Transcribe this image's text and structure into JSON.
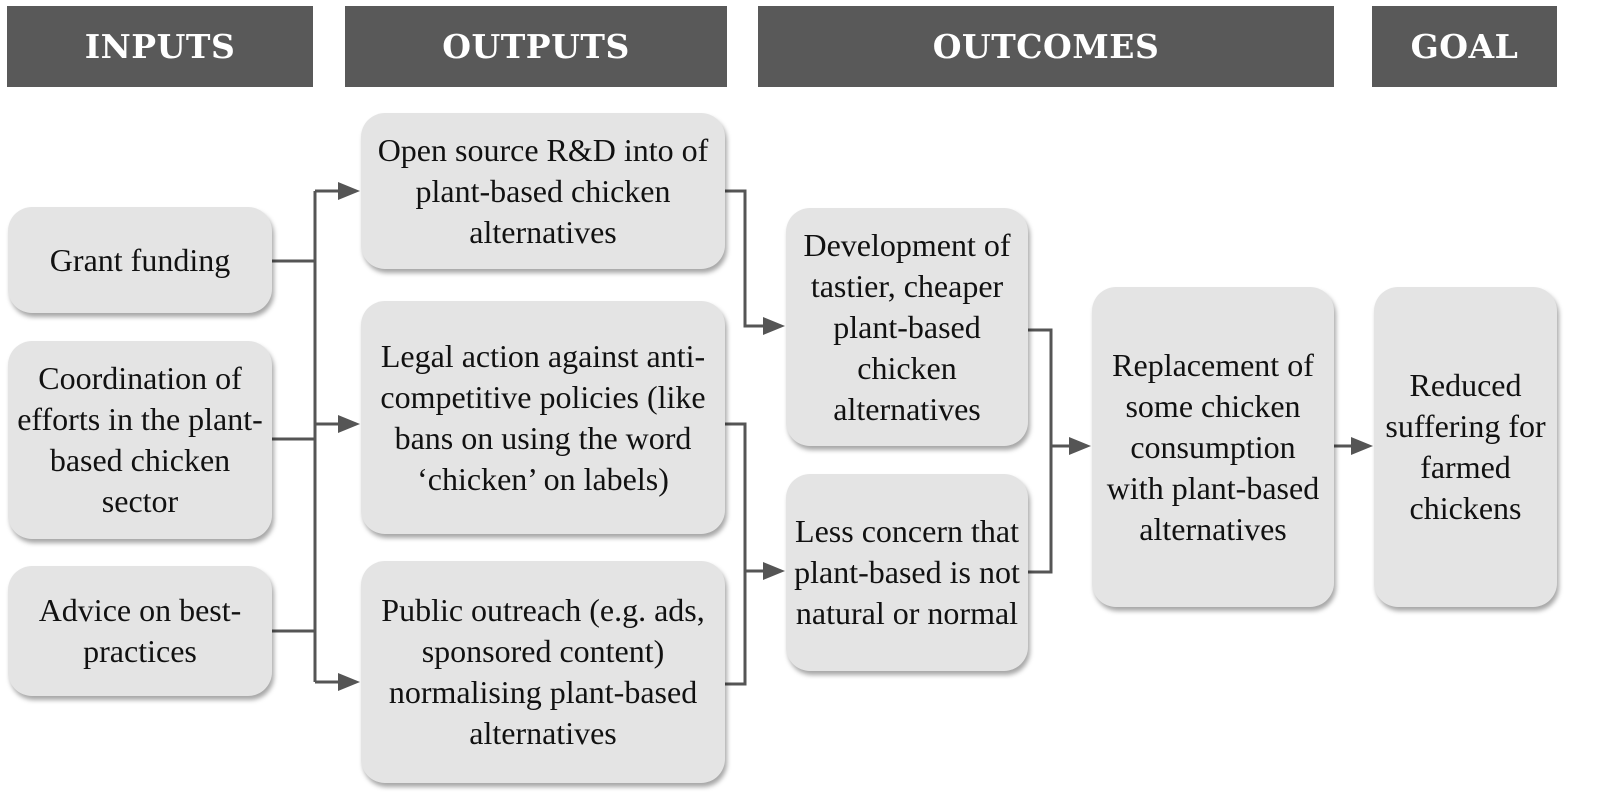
{
  "headers": {
    "inputs": "INPUTS",
    "outputs": "OUTPUTS",
    "outcomes": "OUTCOMES",
    "goal": "GOAL"
  },
  "inputs": {
    "grant_funding": "Grant funding",
    "coordination": "Coordination of efforts in the plant-based chicken sector",
    "advice": "Advice on best-practices"
  },
  "outputs": {
    "open_source": "Open source R&D into of plant-based chicken alternatives",
    "legal_action": "Legal action against anti-competitive policies (like bans on using the word ‘chicken’ on labels)",
    "public_outreach": "Public outreach (e.g. ads, sponsored content) normalising plant-based alternatives"
  },
  "outcomes": {
    "development": "Development of tastier, cheaper plant-based chicken alternatives",
    "less_concern": "Less concern that plant-based is not natural or normal",
    "replacement": "Replacement of some chicken consumption with plant-based alternatives"
  },
  "goal": {
    "reduced_suffering": "Reduced suffering for farmed chickens"
  },
  "colors": {
    "header_bg": "#595959",
    "header_text": "#ffffff",
    "box_bg": "#e4e4e4",
    "connector": "#555555"
  }
}
